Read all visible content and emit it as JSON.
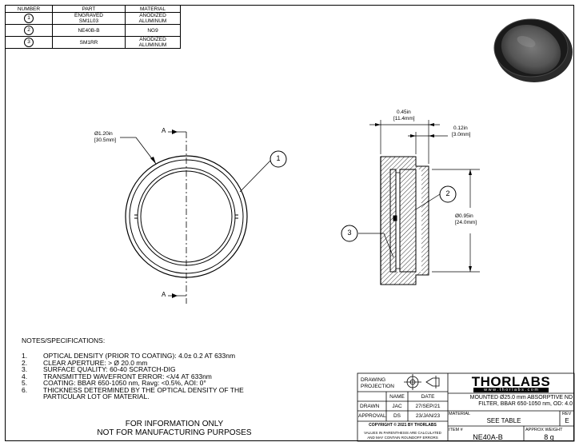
{
  "parts_table": {
    "headers": [
      "NUMBER",
      "PART",
      "MATERIAL"
    ],
    "rows": [
      {
        "number": "1",
        "part": "ENGRAVED\nSM1L03",
        "material": "ANODIZED\nALUMINUM"
      },
      {
        "number": "2",
        "part": "NE40B-B",
        "material": "NG9"
      },
      {
        "number": "3",
        "part": "SM1RR",
        "material": "ANODIZED\nALUMINUM"
      }
    ]
  },
  "drawing": {
    "section_marker": "A",
    "dim_outer_in": "Ø1.20in",
    "dim_outer_mm": "[30.5mm]",
    "dim_thickness_in": "0.45in",
    "dim_thickness_mm": "[11.4mm]",
    "dim_step_in": "0.12in",
    "dim_step_mm": "[3.0mm]",
    "dim_inner_in": "Ø0.95in",
    "dim_inner_mm": "[24.0mm]",
    "balloons": [
      "1",
      "2",
      "3"
    ]
  },
  "notes": {
    "title": "NOTES/SPECIFICATIONS:",
    "items": [
      {
        "n": "1.",
        "text": "OPTICAL DENSITY (PRIOR TO COATING): 4.0± 0.2 AT 633nm"
      },
      {
        "n": "2.",
        "text": "CLEAR APERTURE: > Ø 20.0 mm"
      },
      {
        "n": "3.",
        "text": "SURFACE QUALITY: 60-40 SCRATCH-DIG"
      },
      {
        "n": "4.",
        "text": "TRANSMITTED WAVEFRONT ERROR: <λ/4 AT 633nm"
      },
      {
        "n": "5.",
        "text": "COATING: BBAR 650-1050 nm, Ravg: <0.5%, AOI: 0°"
      },
      {
        "n": "6.",
        "text": "THICKNESS DETERMINED BY THE OPTICAL DENSITY OF THE PARTICULAR LOT OF MATERIAL."
      }
    ]
  },
  "info": {
    "line1": "FOR INFORMATION ONLY",
    "line2": "NOT FOR MANUFACTURING PURPOSES"
  },
  "title_block": {
    "projection_label_1": "DRAWING",
    "projection_label_2": "PROJECTION",
    "col_name": "NAME",
    "col_date": "DATE",
    "drawn_label": "DRAWN",
    "drawn_name": "JAC",
    "drawn_date": "27/SEP/21",
    "approval_label": "APPROVAL",
    "approval_name": "DS",
    "approval_date": "23/JAN/23",
    "copyright": "COPYRIGHT © 2021 BY THORLABS",
    "values_note_1": "VALUES IN PARENTHESIS ARE CALCULATED",
    "values_note_2": "AND MAY CONTAIN ROUNDOFF ERRORS",
    "logo": "THORLABS",
    "website": "w w w . t h o r l a b s . c o m",
    "description": "MOUNTED Ø25.0 mm ABSORPTIVE ND FILTER, BBAR 650-1050 nm, OD: 4.0",
    "material_label": "MATERIAL",
    "material_value": "SEE TABLE",
    "rev_label": "REV",
    "rev_value": "E",
    "item_label": "ITEM #",
    "item_value": "NE40A-B",
    "weight_label": "APPROX WEIGHT",
    "weight_value": "8 g"
  }
}
